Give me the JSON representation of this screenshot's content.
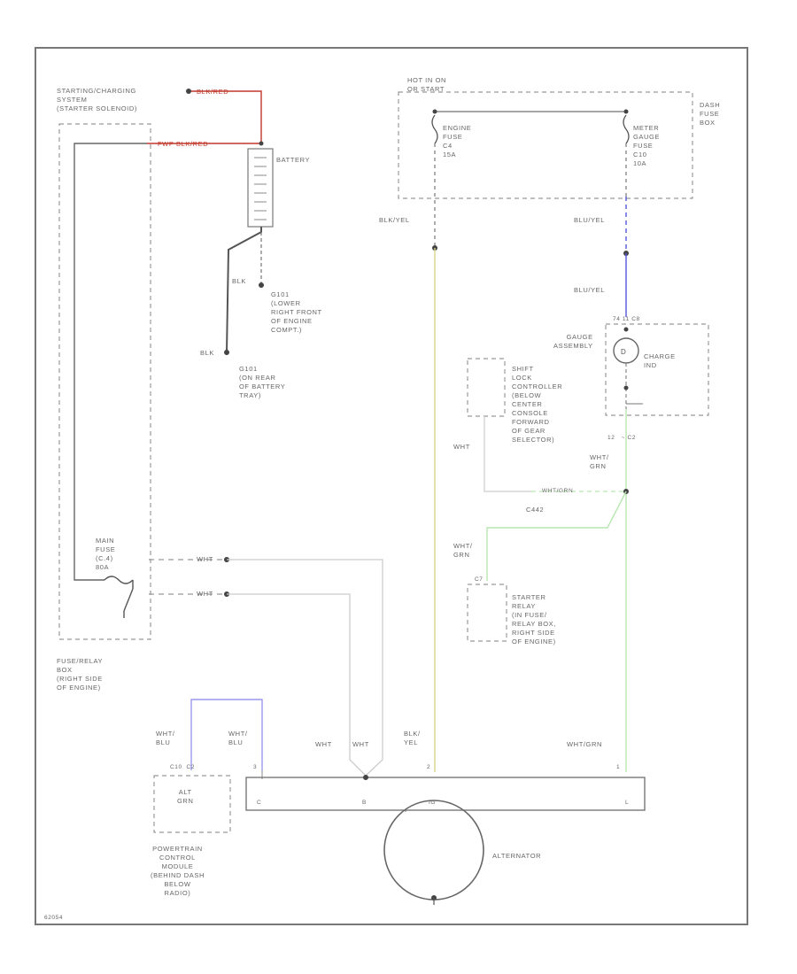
{
  "colors": {
    "frame": "#777777",
    "wire_black": "#555555",
    "wire_red": "#c0392b",
    "wire_yellow": "#d6d68a",
    "wire_blue": "#5555dd",
    "wire_green": "#b8e6b0",
    "wire_white": "#cccccc"
  },
  "labels": {
    "starting_system": "STARTING/CHARGING\nSYSTEM\n(STARTER SOLENOID)",
    "blk_red_top": "BLK/RED",
    "fwp_blk_red": "FWP BLK/RED",
    "battery": "BATTERY",
    "blk_1": "BLK",
    "g101": "G101\n(LOWER\nRIGHT FRONT\nOF ENGINE\nCOMPT.)",
    "blk_2": "BLK",
    "g101b": "G101\n(ON REAR\nOF BATTERY\nTRAY)",
    "hot_in_on": "HOT IN ON\nOR START",
    "engine_fuse": "ENGINE\nFUSE\nC4\n15A",
    "meter_fuse": "METER\nGAUGE\nFUSE\nC10\n10A",
    "dash_fuse_box": "DASH\nFUSE\nBOX",
    "blk_yel_1": "BLK/YEL",
    "blu_yel_1": "BLU/YEL",
    "blu_yel_2": "BLU/YEL",
    "gauge_pins": "74 11 C8",
    "gauge_assembly": "GAUGE\nASSEMBLY",
    "charge_ind": "CHARGE\nIND",
    "shift_lock": "SHIFT\nLOCK\nCONTROLLER\n(BELOW\nCENTER\nCONSOLE\nFORWARD\nOF GEAR\nSELECTOR)",
    "pins_c12": "12   ~ C2",
    "wht_1": "WHT",
    "wht_grn_1": "WHT/\nGRN",
    "wht_grn_splice": "WHT/GRN",
    "c442": "C442",
    "wht_grn_2": "WHT/\nGRN",
    "c7": "C7",
    "starter_relay": "STARTER\nRELAY\n(IN FUSE/\nRELAY BOX,\nRIGHT SIDE\nOF ENGINE)",
    "main_fuse": "MAIN\nFUSE\n(C.4)\n80A",
    "wht_2": "WHT",
    "wht_3": "WHT",
    "fuse_relay_box": "FUSE/RELAY\nBOX\n(RIGHT SIDE\nOF ENGINE)",
    "wht_blu_1": "WHT/\nBLU",
    "wht_blu_2": "WHT/\nBLU",
    "pins_c10": "C10  C2",
    "pin_3": "3",
    "alt_grn": "ALT\nGRN",
    "pcm": "POWERTRAIN\nCONTROL\nMODULE\n(BEHIND DASH\nBELOW\nRADIO)",
    "wht_a": "WHT",
    "wht_b": "WHT",
    "blk_yel_2": "BLK/\nYEL",
    "pin_2": "2",
    "wht_grn_3": "WHT/GRN",
    "pin_1": "1",
    "term_c": "C",
    "term_b": "B",
    "term_ig": "IG",
    "term_l": "L",
    "alternator": "ALTERNATOR",
    "footer_code": "62054"
  }
}
